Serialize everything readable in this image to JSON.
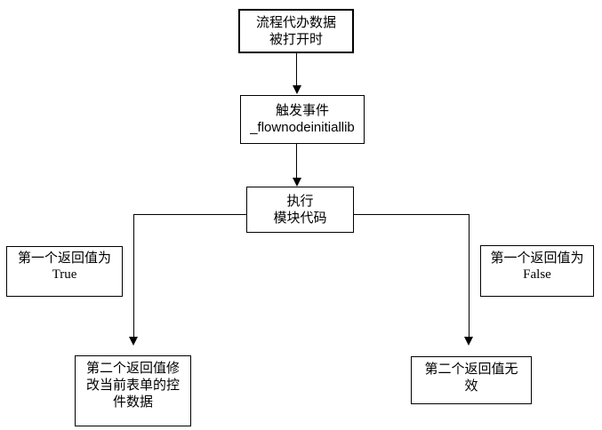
{
  "diagram": {
    "type": "flowchart",
    "colors": {
      "background": "#ffffff",
      "box_border": "#000000",
      "box_fill": "#ffffff",
      "line": "#000000",
      "text": "#000000"
    },
    "nodes": {
      "start": {
        "lines": [
          "流程代办数据",
          "被打开时"
        ]
      },
      "trigger_event": {
        "lines": [
          "触发事件",
          "_flownodeinitiallib"
        ]
      },
      "execute": {
        "lines": [
          "执行",
          "模块代码"
        ]
      },
      "branch_true": {
        "lines": [
          "第一个返回值为",
          "True"
        ]
      },
      "branch_false": {
        "lines": [
          "第一个返回值为",
          "False"
        ]
      },
      "result_true": {
        "lines": [
          "第二个返回值修",
          "改当前表单的控",
          "件数据"
        ]
      },
      "result_false": {
        "lines": [
          "第二个返回值无",
          "效"
        ]
      }
    },
    "edges": [
      {
        "from": "start",
        "to": "trigger_event",
        "arrow": "down"
      },
      {
        "from": "trigger_event",
        "to": "execute",
        "arrow": "down"
      },
      {
        "from": "execute",
        "to": "result_true",
        "arrow": "down",
        "condition_label": "branch_true"
      },
      {
        "from": "execute",
        "to": "result_false",
        "arrow": "down",
        "condition_label": "branch_false"
      }
    ]
  }
}
